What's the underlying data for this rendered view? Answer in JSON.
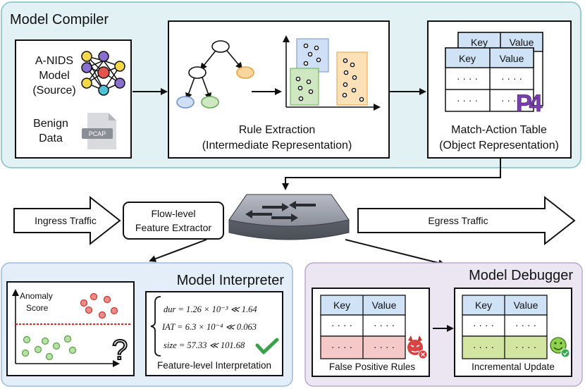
{
  "compiler": {
    "title": "Model Compiler",
    "source": [
      "A-NIDS",
      "Model",
      "(Source)"
    ],
    "benign": [
      "Benign",
      "Data"
    ],
    "pcap": "PCAP",
    "rule_caption": [
      "Rule Extraction",
      "(Intermediate Representation)"
    ],
    "mat_caption": [
      "Match-Action Table",
      "(Object Representation)"
    ],
    "table": {
      "key": "Key",
      "value": "Value",
      "dots": "· · · ·"
    },
    "p4": "P4"
  },
  "pipeline": {
    "ingress": "Ingress Traffic",
    "extractor": [
      "Flow-level",
      "Feature Extractor"
    ],
    "egress": "Egress Traffic"
  },
  "interpreter": {
    "title": "Model Interpreter",
    "ylabel": [
      "Anomaly",
      "Score"
    ],
    "question": "?",
    "eq1": "dur = 1.26 × 10⁻³ ≪ 1.64",
    "eq2": "IAT = 6.3 × 10⁻⁴ ≪ 0.063",
    "eq3": "size = 57.33 ≪ 101.68",
    "caption": "Feature-level Interpretation"
  },
  "debugger": {
    "title": "Model Debugger",
    "key": "Key",
    "value": "Value",
    "dots": "· · · ·",
    "fp_caption": "False Positive Rules",
    "update_caption": "Incremental Update"
  },
  "colors": {
    "compiler_bg": "#e2f2f4",
    "compiler_border": "#7fbfc6",
    "interp_bg": "#e3eef9",
    "interp_border": "#9bbcdc",
    "debug_bg": "#ece6f3",
    "debug_border": "#b9a8cd",
    "table_header": "#cfe2f6",
    "false_positive": "#f6c9c9",
    "update_row": "#d3e6a1",
    "red_point": "#f08a8a",
    "green_point": "#b7e0a4"
  }
}
